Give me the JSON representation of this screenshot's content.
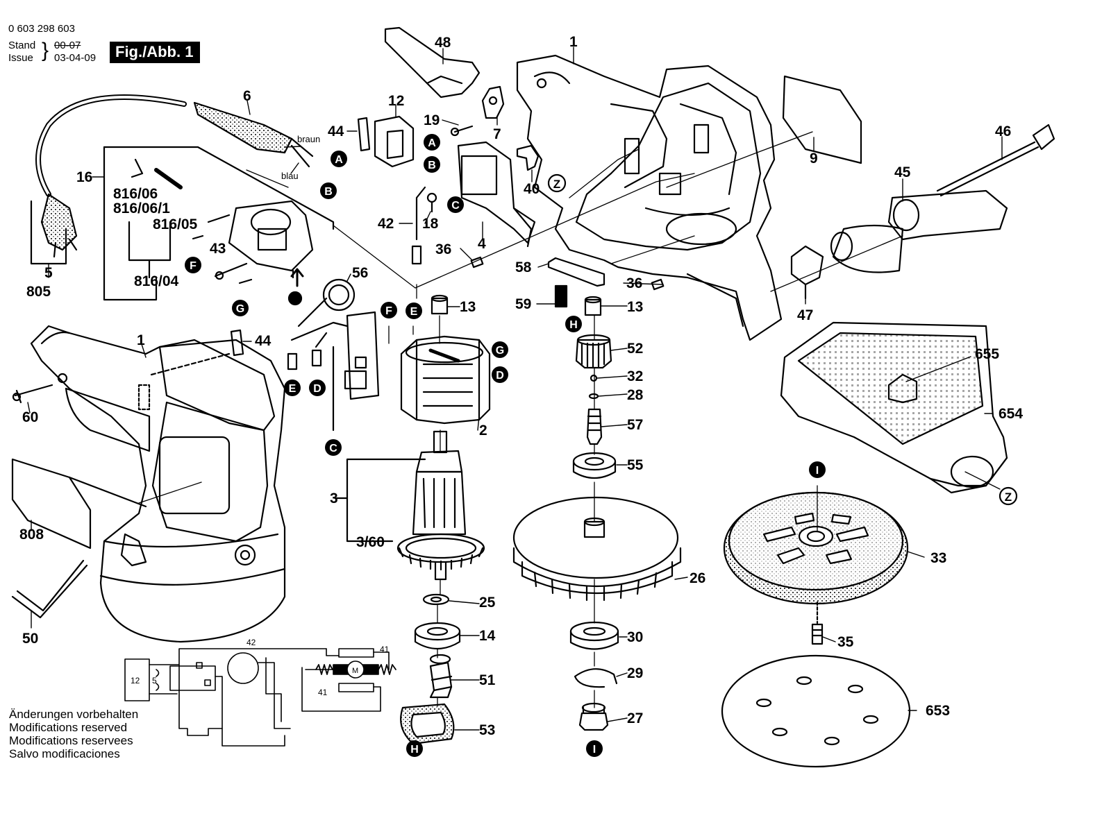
{
  "header": {
    "doc_number": "0 603 298 603",
    "stand_label": "Stand",
    "issue_label": "Issue",
    "old_date": "00-07",
    "issue_date": "03-04-09",
    "figure_label": "Fig./Abb. 1"
  },
  "notes": [
    "Änderungen vorbehalten",
    "Modifications reserved",
    "Modifications reservees",
    "Salvo modificaciones"
  ],
  "wire_labels": {
    "brown": "braun",
    "blue": "blau"
  },
  "schematic": {
    "label_42": "42",
    "label_41_top": "41",
    "label_41_bottom": "41",
    "label_12": "12",
    "label_5": "5",
    "motor": "M"
  },
  "parts": {
    "p1_top": "1",
    "p1_left": "1",
    "p2": "2",
    "p3": "3",
    "p3_60": "3/60",
    "p4": "4",
    "p5": "5",
    "p6": "6",
    "p7": "7",
    "p9": "9",
    "p12": "12",
    "p13_left": "13",
    "p13_right": "13",
    "p14": "14",
    "p16": "16",
    "p18": "18",
    "p19": "19",
    "p25": "25",
    "p26": "26",
    "p27": "27",
    "p28": "28",
    "p29": "29",
    "p30": "30",
    "p32": "32",
    "p33": "33",
    "p35": "35",
    "p36_left": "36",
    "p36_right": "36",
    "p40": "40",
    "p42": "42",
    "p43": "43",
    "p44_top": "44",
    "p44_mid": "44",
    "p45": "45",
    "p46": "46",
    "p47": "47",
    "p48": "48",
    "p50": "50",
    "p51": "51",
    "p52": "52",
    "p53": "53",
    "p55": "55",
    "p56": "56",
    "p57": "57",
    "p58": "58",
    "p59": "59",
    "p60": "60",
    "p653": "653",
    "p654": "654",
    "p655": "655",
    "p805": "805",
    "p808": "808",
    "p816_04": "816/04",
    "p816_05": "816/05",
    "p816_06": "816/06",
    "p816_06_1": "816/06/1"
  },
  "connectors": {
    "A1": "A",
    "A2": "A",
    "B1": "B",
    "B2": "B",
    "C1": "C",
    "C2": "C",
    "D1": "D",
    "D2": "D",
    "E1": "E",
    "E2": "E",
    "F1": "F",
    "F2": "F",
    "G1": "G",
    "G2": "G",
    "H1": "H",
    "H2": "H",
    "I1": "I",
    "I2": "I",
    "Z1": "Z",
    "Z2": "Z"
  }
}
